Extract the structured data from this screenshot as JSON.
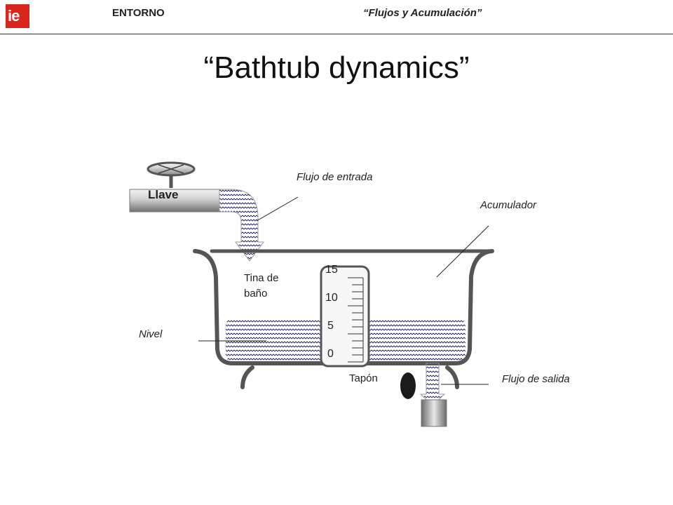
{
  "header": {
    "section": "ENTORNO",
    "topic": "“Flujos y Acumulación”"
  },
  "title": "“Bathtub dynamics”",
  "labels": {
    "faucet": "Llave",
    "inflow": "Flujo de entrada",
    "stock": "Acumulador",
    "tub_line1": "Tina de",
    "tub_line2": "baño",
    "level": "Nivel",
    "plug": "Tapón",
    "outflow": "Flujo de salida"
  },
  "gauge": {
    "ticks": [
      "15",
      "10",
      "5",
      "0"
    ]
  },
  "colors": {
    "logo": "#d9261c",
    "tub": "#555555",
    "water_wave": "#1a1a66"
  }
}
